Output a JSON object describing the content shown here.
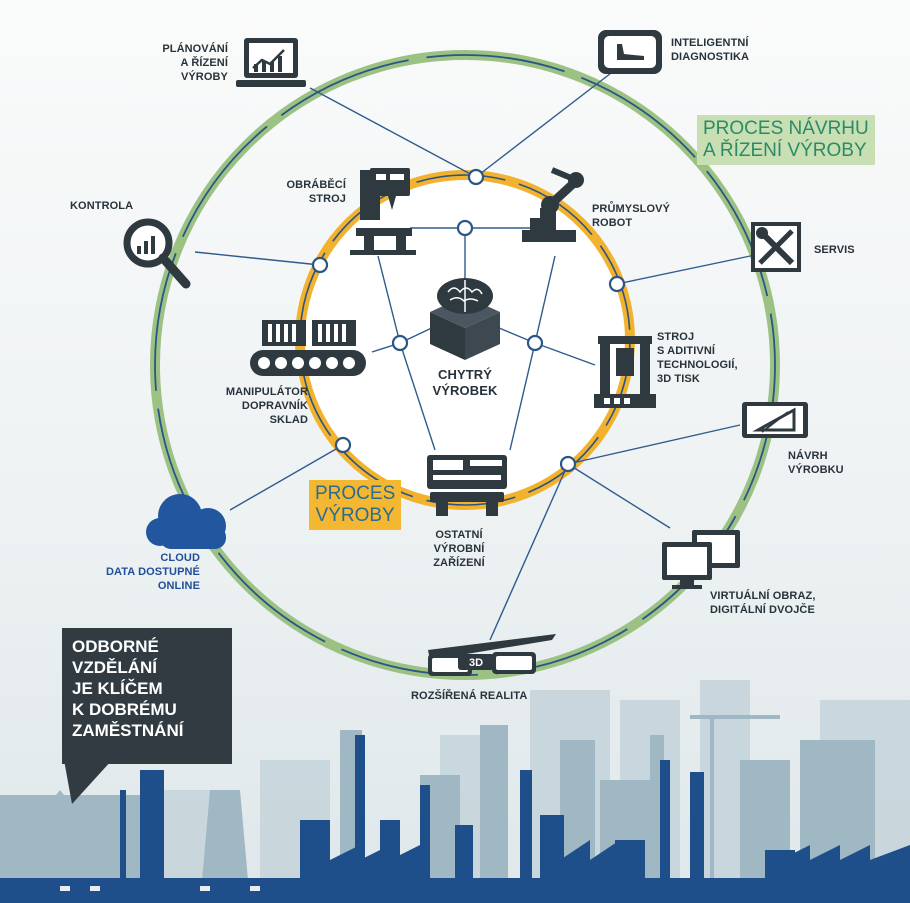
{
  "outer_ring_title": "PROCES NÁVRHU\nA ŘÍZENÍ VÝROBY",
  "inner_ring_title": "PROCES\nVÝROBY",
  "center": {
    "label": "CHYTRÝ\nVÝROBEK",
    "icon": "brain-cube-icon"
  },
  "outer_nodes": [
    {
      "key": "planning",
      "label": "PLÁNOVÁNÍ\nA ŘÍZENÍ\nVÝROBY",
      "icon": "laptop-chart-icon"
    },
    {
      "key": "diagnostics",
      "label": "INTELIGENTNÍ\nDIAGNOSTIKA",
      "icon": "diagnostics-screen-icon"
    },
    {
      "key": "service",
      "label": "SERVIS",
      "icon": "tools-icon"
    },
    {
      "key": "design",
      "label": "NÁVRH\nVÝROBKU",
      "icon": "design-tablet-icon"
    },
    {
      "key": "twin",
      "label": "VIRTUÁLNÍ OBRAZ,\nDIGITÁLNÍ DVOJČE",
      "icon": "dual-monitor-icon"
    },
    {
      "key": "ar",
      "label": "ROZŠÍŘENÁ REALITA",
      "icon": "3d-glasses-icon",
      "badge": "3D"
    },
    {
      "key": "cloud",
      "label": "CLOUD\nDATA DOSTUPNÉ\nONLINE",
      "icon": "cloud-icon"
    },
    {
      "key": "control",
      "label": "KONTROLA",
      "icon": "magnifier-chart-icon"
    }
  ],
  "inner_nodes": [
    {
      "key": "machining",
      "label": "OBRÁBĚCÍ\nSTROJ",
      "icon": "milling-machine-icon"
    },
    {
      "key": "robot",
      "label": "PRŮMYSLOVÝ\nROBOT",
      "icon": "robot-arm-icon"
    },
    {
      "key": "additive",
      "label": "STROJ\nS ADITIVNÍ\nTECHNOLOGIÍ,\n3D TISK",
      "icon": "3d-printer-icon"
    },
    {
      "key": "other",
      "label": "OSTATNÍ\nVÝROBNÍ\nZAŘÍZENÍ",
      "icon": "equipment-icon"
    },
    {
      "key": "conveyor",
      "label": "MANIPULÁTOR\nDOPRAVNÍK\nSKLAD",
      "icon": "conveyor-icon"
    }
  ],
  "callout": "ODBORNÉ\nVZDĚLÁNÍ\nJE KLÍČEM\nK DOBRÉMU\nZAMĚSTNÁNÍ",
  "colors": {
    "outer_ring": "#9cc283",
    "inner_ring": "#f2b22e",
    "ring_stroke": "#2a5585",
    "connector": "#2f5b8e",
    "icon_dark": "#2f3940",
    "cloud": "#22569f",
    "skyline_dark": "#1f4f8b",
    "skyline_light": "#9fb8c4"
  }
}
